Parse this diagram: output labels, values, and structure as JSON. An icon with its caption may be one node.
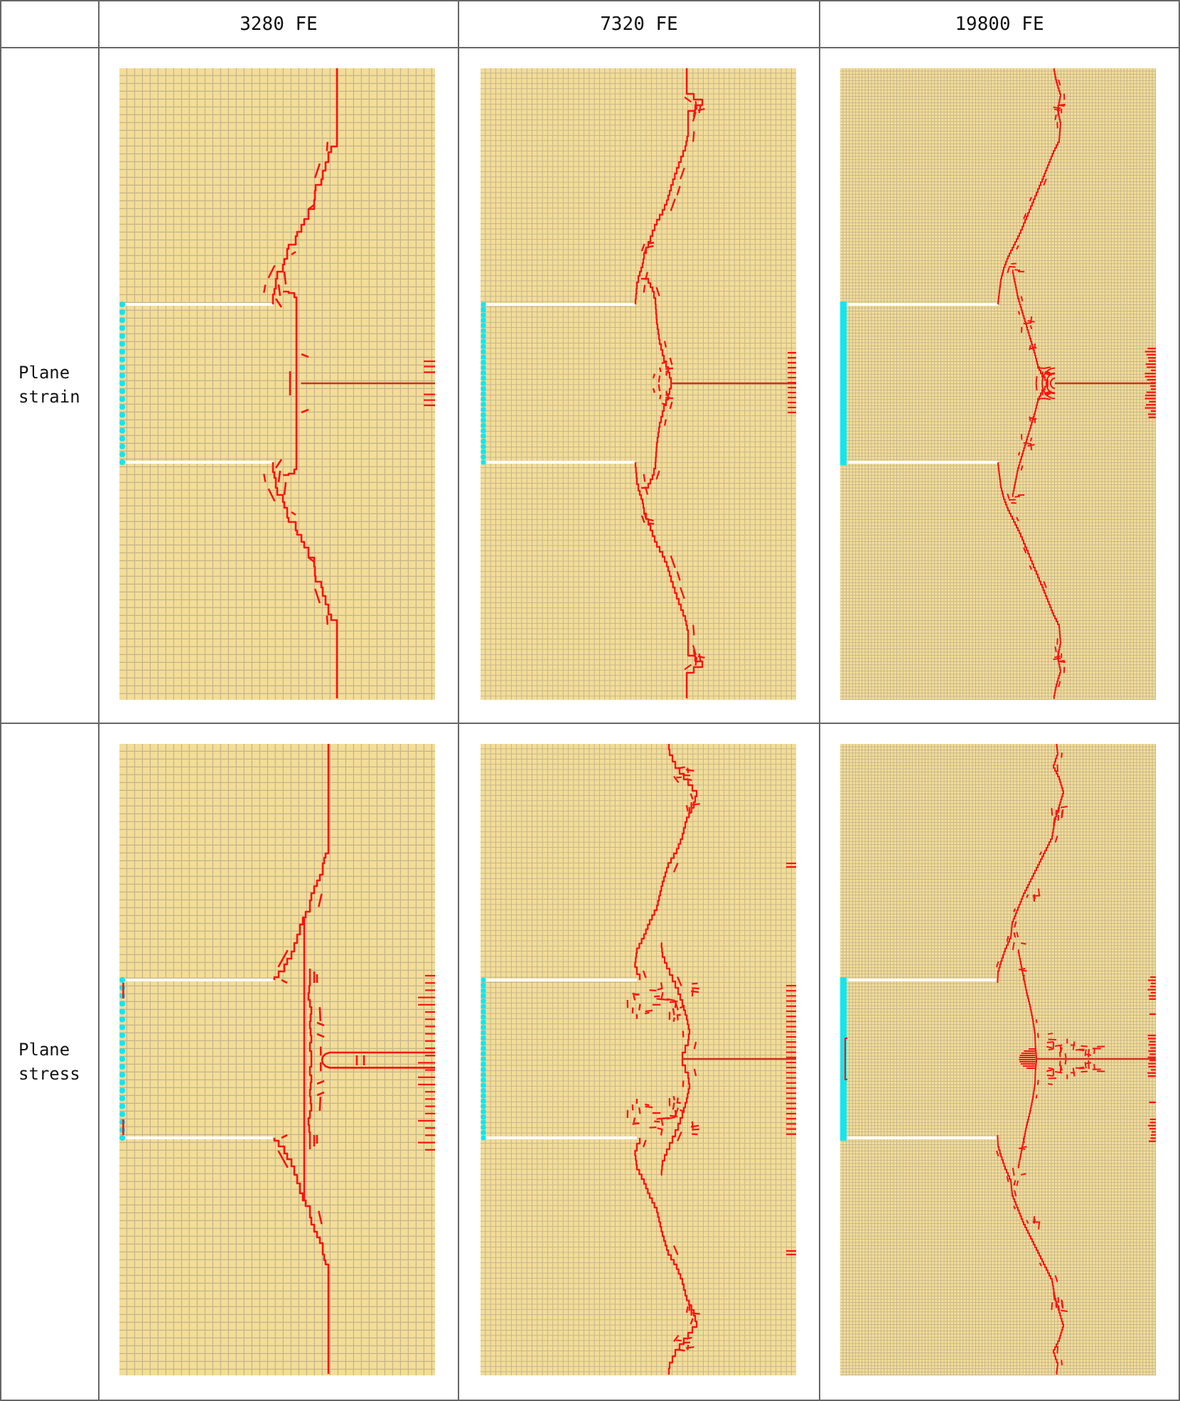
{
  "diagram": {
    "labels": [
      "3280 FE",
      "7320 FE",
      "19800 FE",
      "Plane strain",
      "Plane stress"
    ]
  }
}
